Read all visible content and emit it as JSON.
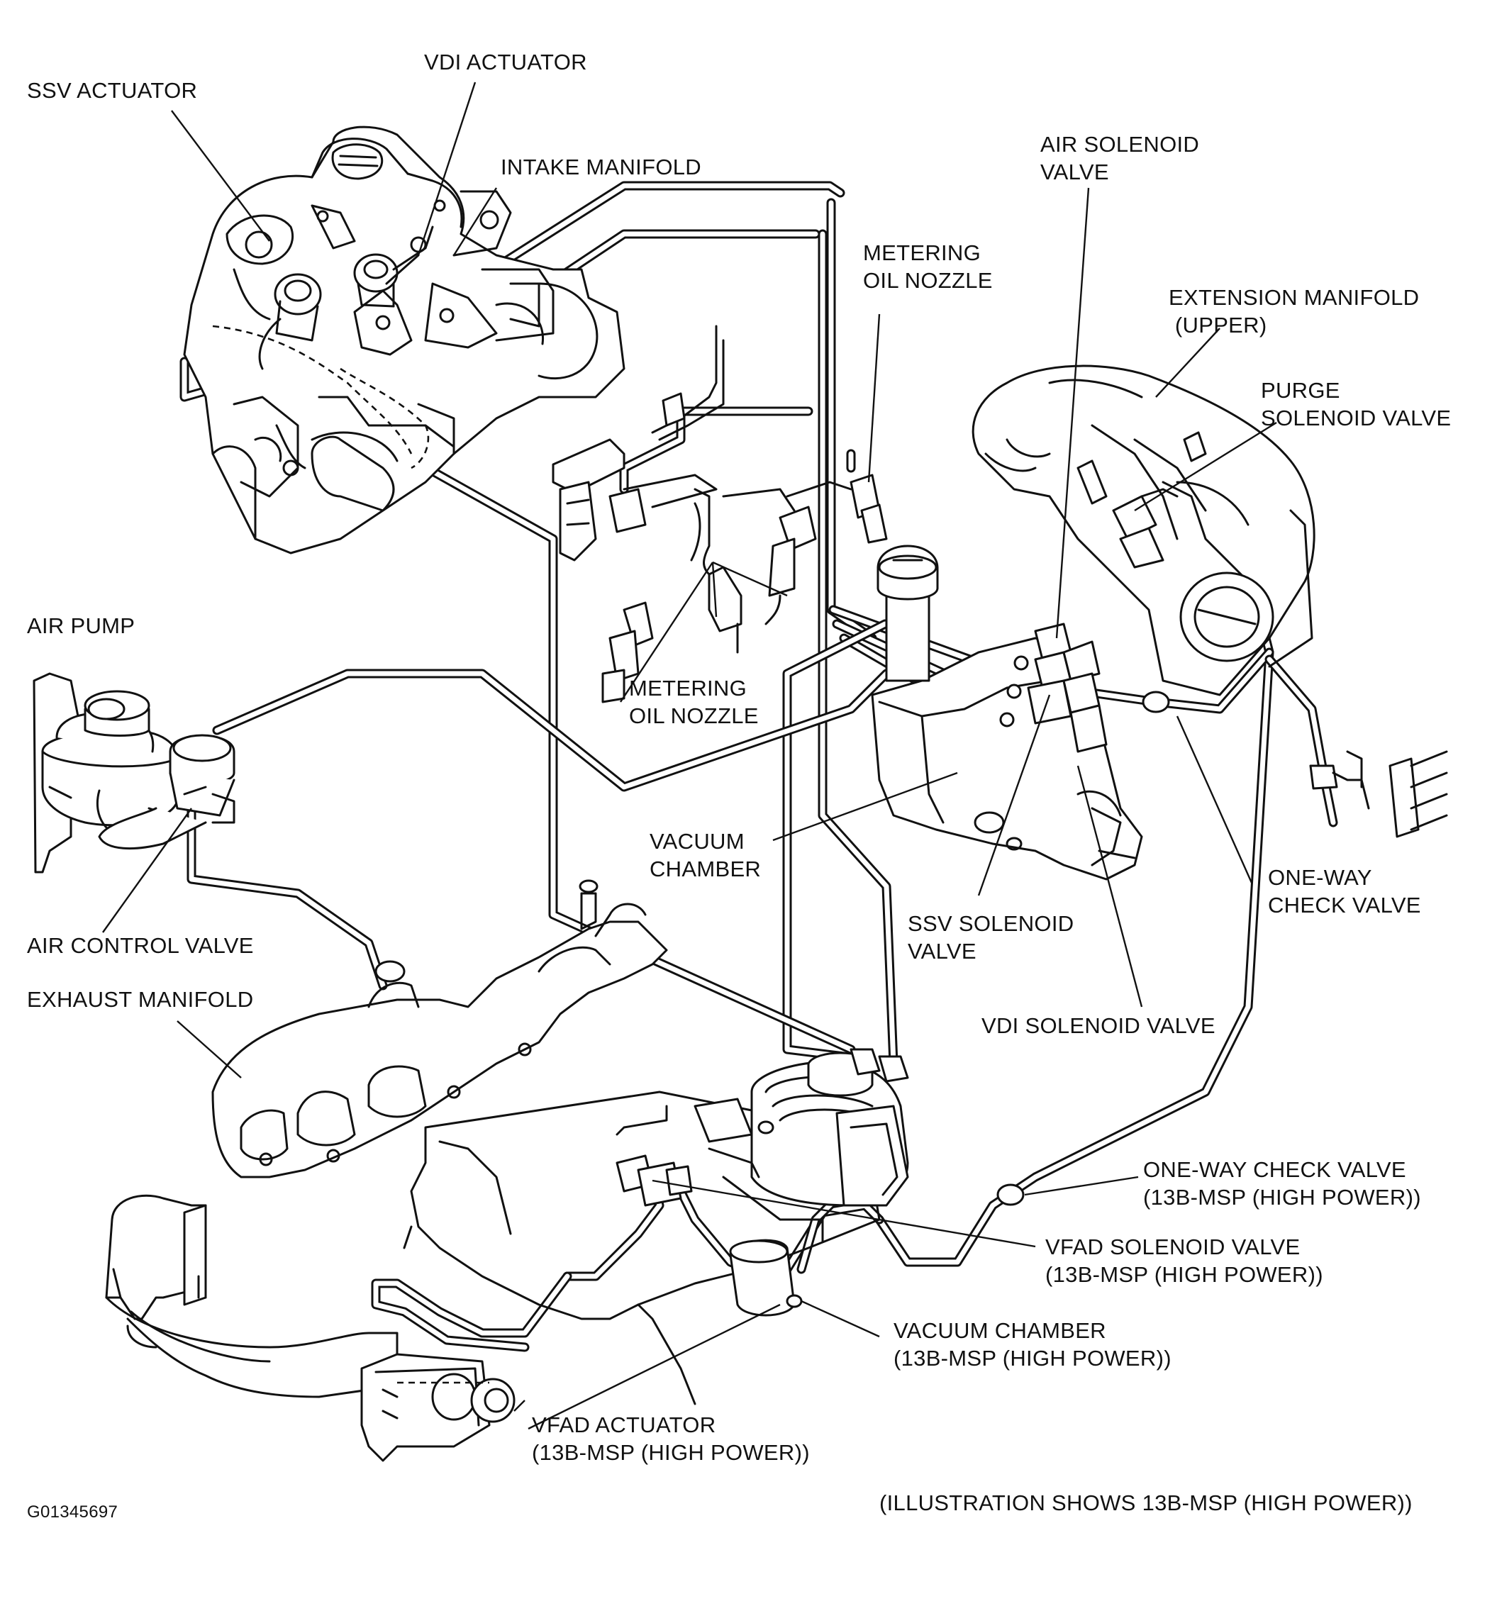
{
  "colors": {
    "ink": "#111111",
    "paper": "#ffffff"
  },
  "labels": {
    "ssv_actuator": "SSV ACTUATOR",
    "vdi_actuator": "VDI ACTUATOR",
    "intake_manifold": "INTAKE MANIFOLD",
    "metering_oil_nozzle_top": "METERING\nOIL NOZZLE",
    "air_solenoid_valve": "AIR SOLENOID\nVALVE",
    "extension_manifold_upper": "EXTENSION MANIFOLD\n (UPPER)",
    "purge_solenoid_valve": "PURGE\nSOLENOID VALVE",
    "air_pump": "AIR PUMP",
    "metering_oil_nozzle_mid": "METERING\nOIL NOZZLE",
    "vacuum_chamber": "VACUUM\nCHAMBER",
    "one_way_check_valve": "ONE-WAY\nCHECK VALVE",
    "ssv_solenoid_valve": "SSV SOLENOID\nVALVE",
    "air_control_valve": "AIR CONTROL VALVE",
    "exhaust_manifold": "EXHAUST MANIFOLD",
    "vdi_solenoid_valve": "VDI SOLENOID VALVE",
    "one_way_check_valve_hp": "ONE-WAY CHECK VALVE\n(13B-MSP (HIGH POWER))",
    "vfad_solenoid_valve_hp": "VFAD SOLENOID VALVE\n(13B-MSP (HIGH POWER))",
    "vacuum_chamber_hp": "VACUUM CHAMBER\n(13B-MSP (HIGH POWER))",
    "vfad_actuator_hp": "VFAD ACTUATOR\n(13B-MSP (HIGH POWER))",
    "illustration_note": "(ILLUSTRATION SHOWS 13B-MSP (HIGH POWER))",
    "figure_code": "G01345697"
  }
}
